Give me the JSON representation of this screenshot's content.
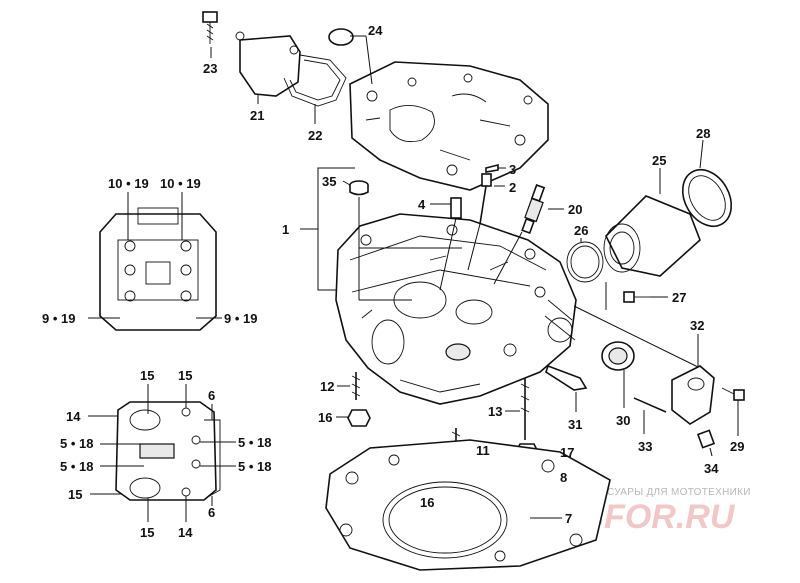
{
  "callouts": {
    "c1": "1",
    "c2": "2",
    "c3": "3",
    "c4": "4",
    "c5a": "5 • 18",
    "c5b": "5 • 18",
    "c5c": "5 • 18",
    "c5d": "5 • 18",
    "c6a": "6",
    "c6b": "6",
    "c7": "7",
    "c8": "8",
    "c9a": "9 • 19",
    "c9b": "9 • 19",
    "c10a": "10 • 19",
    "c10b": "10 • 19",
    "c11": "11",
    "c12": "12",
    "c13": "13",
    "c14a": "14",
    "c14b": "14",
    "c15a": "15",
    "c15b": "15",
    "c15c": "15",
    "c15d": "15",
    "c16a": "16",
    "c16b": "16",
    "c17": "17",
    "c20": "20",
    "c21": "21",
    "c22": "22",
    "c23": "23",
    "c24": "24",
    "c25": "25",
    "c26": "26",
    "c27": "27",
    "c28": "28",
    "c29": "29",
    "c30": "30",
    "c31": "31",
    "c32": "32",
    "c33": "33",
    "c34": "34",
    "c35": "35"
  },
  "watermark": {
    "line1": "ЗАПЧАСТИ И АКСЕССУАРЫ ДЛЯ МОТОТЕХНИКИ",
    "line2": "PARTSFOR.RU"
  },
  "colors": {
    "ink": "#111111",
    "watermark": "#f2c7c7"
  }
}
